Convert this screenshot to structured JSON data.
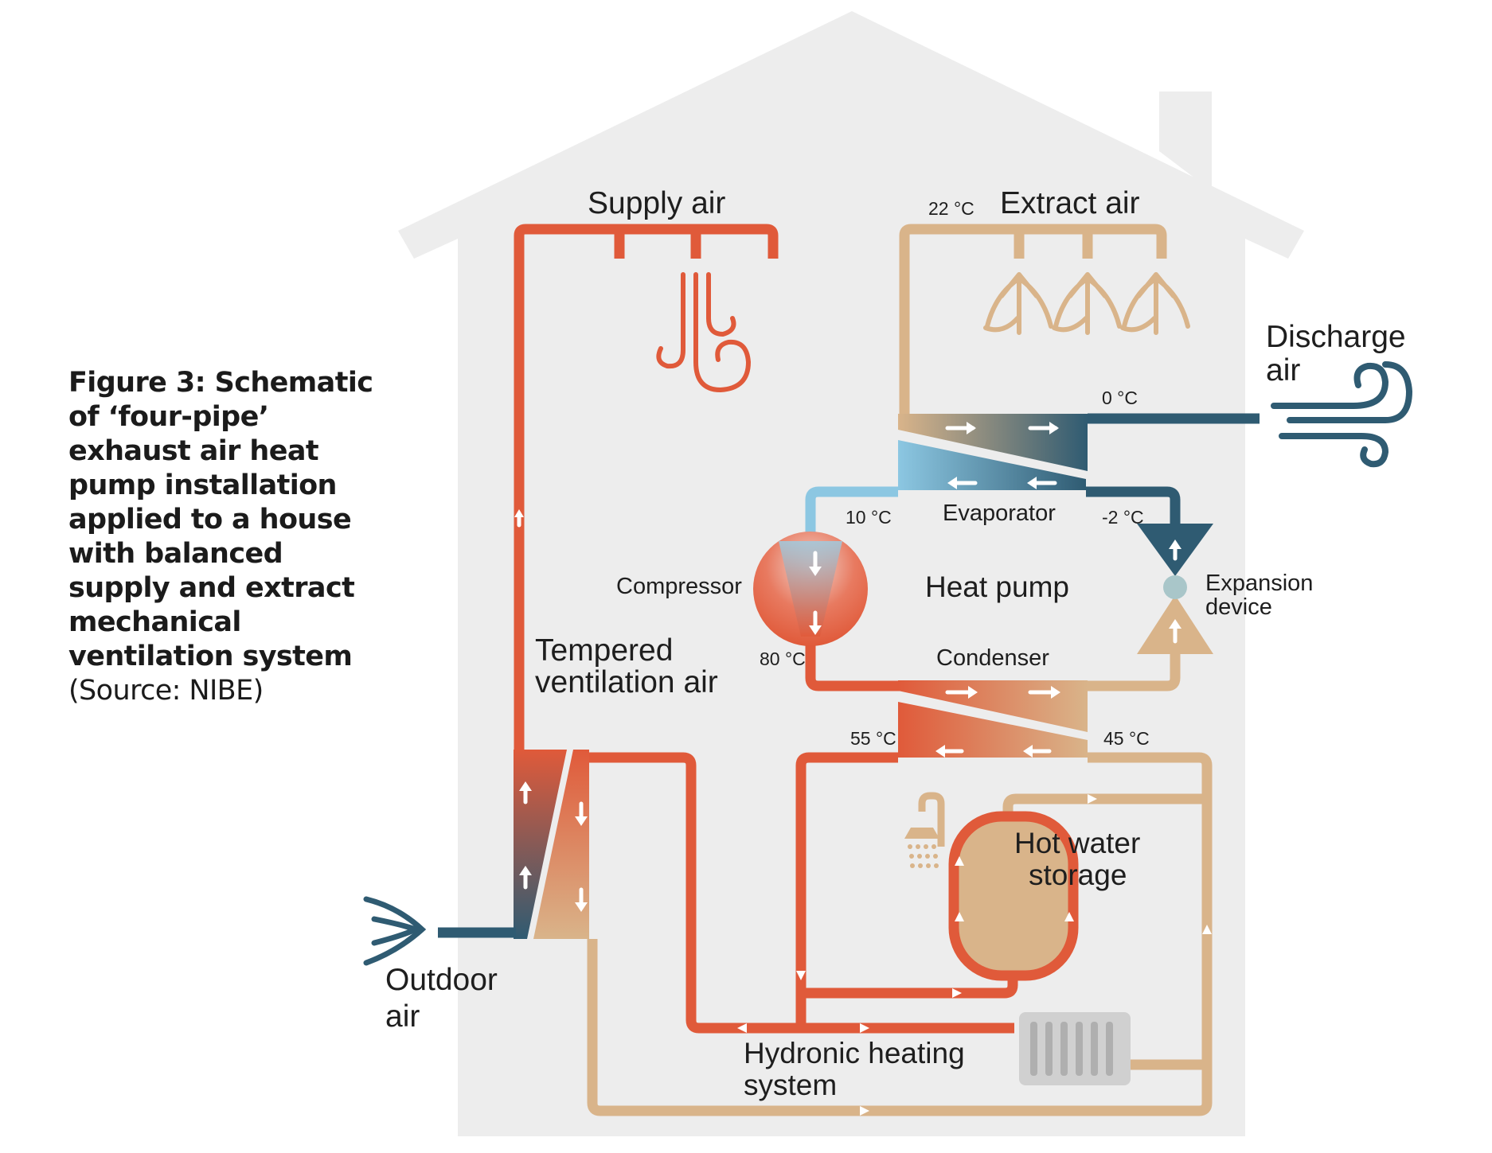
{
  "caption": {
    "title": "Figure 3: Schematic of ‘four-pipe’ exhaust air heat pump installation applied to a house with balanced supply and extract mechanical ventilation system",
    "source": "(Source: NIBE)"
  },
  "labels": {
    "supply_air": "Supply air",
    "extract_air": "Extract air",
    "discharge_air_1": "Discharge",
    "discharge_air_2": "air",
    "outdoor_air_1": "Outdoor",
    "outdoor_air_2": "air",
    "compressor": "Compressor",
    "evaporator": "Evaporator",
    "heat_pump": "Heat pump",
    "condenser": "Condenser",
    "expansion_device_1": "Expansion",
    "expansion_device_2": "device",
    "tempered_ventilation_air_1": "Tempered",
    "tempered_ventilation_air_2": "ventilation air",
    "hot_water_storage_1": "Hot water",
    "hot_water_storage_2": "storage",
    "hydronic_heating_system_1": "Hydronic heating",
    "hydronic_heating_system_2": "system"
  },
  "temperatures": {
    "extract": "22 °C",
    "discharge": "0 °C",
    "evaporator_out": "10 °C",
    "evaporator_in": "-2 °C",
    "compressor_out": "80 °C",
    "condenser_out": "55 °C",
    "condenser_in": "45 °C"
  },
  "colors": {
    "hot": "#E05A3A",
    "warm": "#D9B48A",
    "cold": "#2F5B72",
    "cool": "#8CC7E2",
    "house": "#EDEDED"
  }
}
